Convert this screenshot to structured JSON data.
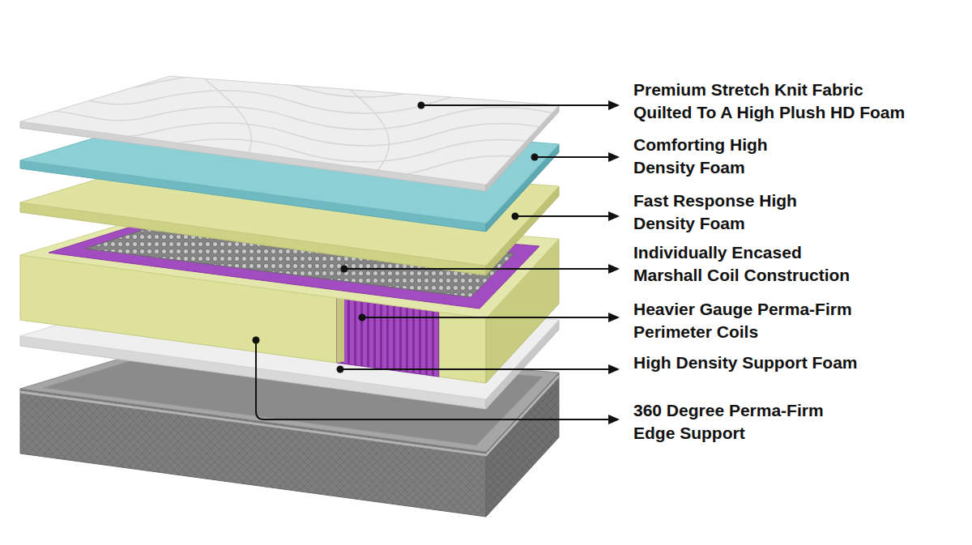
{
  "diagram": {
    "labels": [
      "Premium Stretch Knit Fabric Quilted To A High Plush HD Foam",
      "Comforting High Density Foam",
      "Fast Response High Density Foam",
      "Individually Encased Marshall Coil Construction",
      "Heavier Gauge Perma-Firm Perimeter Coils",
      "High Density Support Foam",
      "360 Degree Perma-Firm Edge Support"
    ]
  }
}
